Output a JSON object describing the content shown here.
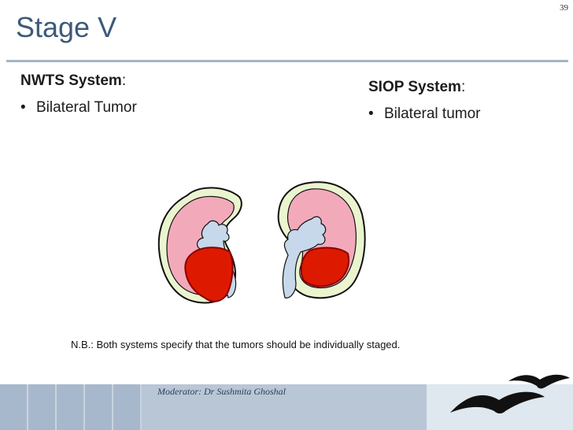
{
  "slide": {
    "page_number": "39",
    "title": "Stage V",
    "left": {
      "system_name": "NWTS System",
      "suffix": ":",
      "bullet": "Bilateral Tumor"
    },
    "right": {
      "system_name": "SIOP System",
      "suffix": ":",
      "bullet": "Bilateral tumor"
    },
    "note": "N.B.: Both systems specify that the tumors should be individually staged.",
    "footer": "Moderator: Dr Sushmita Ghoshal"
  },
  "colors": {
    "title": "#3d5a7a",
    "kidney_capsule": "#eaf5cf",
    "kidney_cortex": "#f2aabb",
    "pelvis": "#c6d8ea",
    "tumor": "#dd1a00",
    "tumor_outline": "#8b0000",
    "footer_band": "#b8c6d6"
  }
}
